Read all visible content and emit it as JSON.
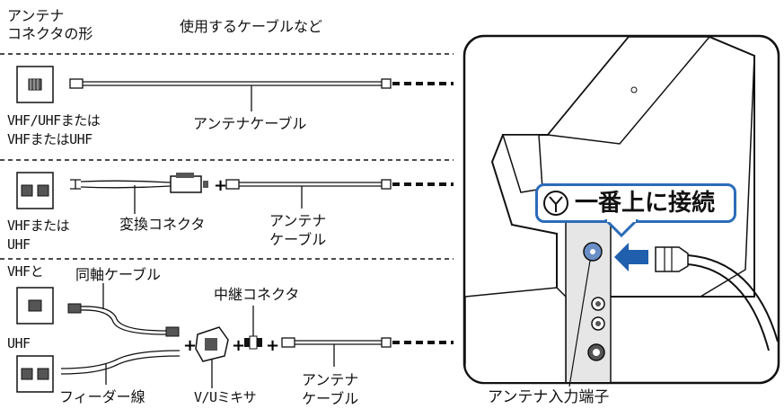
{
  "header": {
    "connector_shape_label": "アンテナ\nコネクタの形",
    "cables_label": "使用するケーブルなど"
  },
  "rows": [
    {
      "label": "VHF/UHFまたは\nVHFまたはUHF",
      "cable_label": "アンテナケーブル"
    },
    {
      "label": "VHFまたは\nUHF",
      "converter_label": "変換コネクタ",
      "cable_label": "アンテナ\nケーブル"
    },
    {
      "label_top": "VHFと",
      "label_bottom": "UHF",
      "coax_label": "同軸ケーブル",
      "relay_label": "中継コネクタ",
      "feeder_label": "フィーダー線",
      "mixer_label": "V/Uミキサ",
      "cable_label": "アンテナ\nケーブル"
    }
  ],
  "tv": {
    "callout_label": "一番上に接続",
    "callout_icon": "antenna-symbol-icon",
    "input_label": "アンテナ入力端子"
  },
  "colors": {
    "accent_blue": "#2b6cb8",
    "arrow_blue": "#1f5fae",
    "jack_blue": "#6a8fc6"
  }
}
